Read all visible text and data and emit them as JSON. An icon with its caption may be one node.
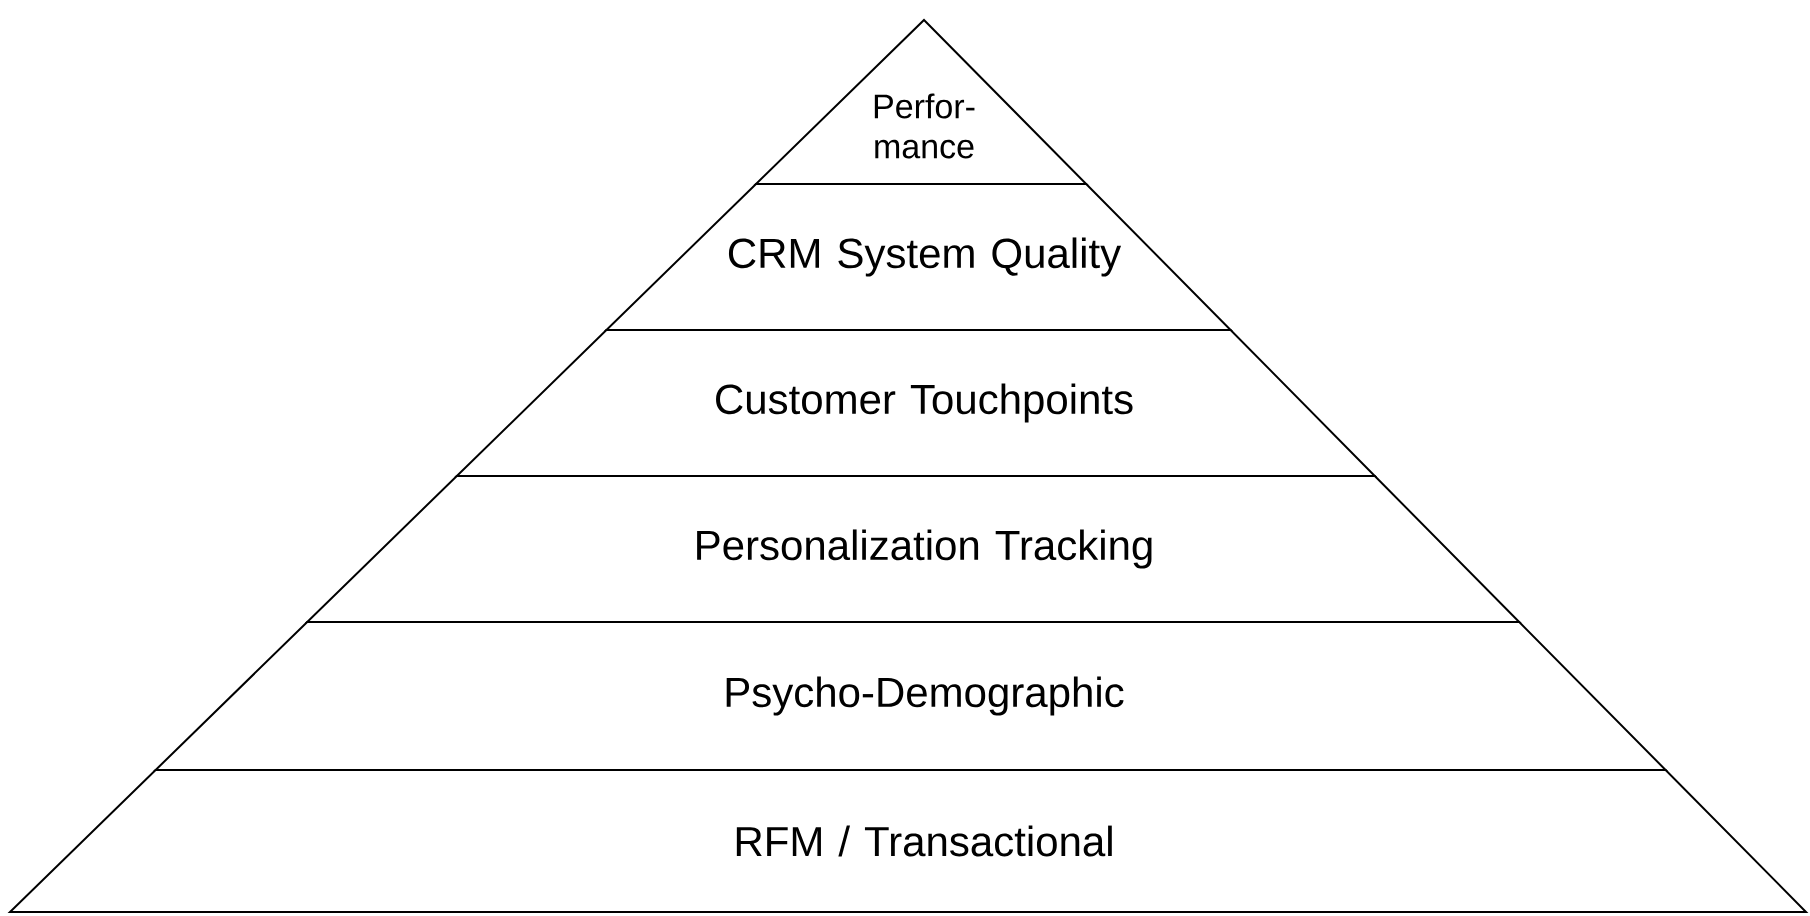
{
  "diagram": {
    "nodes": [
      {
        "text": [
          "Perfor- mance"
        ]
      },
      {
        "text": [
          "CRM System Quality"
        ]
      },
      {
        "text": [
          "Customer Touchpoints"
        ]
      },
      {
        "text": [
          "Personalization Tracking"
        ]
      },
      {
        "text": [
          "Psycho-Demographic"
        ]
      },
      {
        "text": [
          "RFM / Transactional"
        ]
      }
    ]
  }
}
